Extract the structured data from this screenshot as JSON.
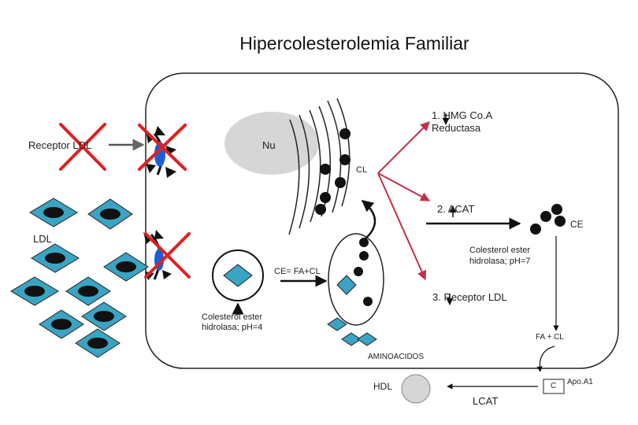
{
  "title": "Hipercolesterolemia Familiar",
  "labels": {
    "receptor_ldl": "Receptor LDL",
    "nucleus": "Nu",
    "hmg_coa": "1.   HMG Co.A",
    "reductasa": "Reductasa",
    "cl": "CL",
    "acat": "2.   ACAT",
    "ce": "CE",
    "ldl": "LDL",
    "ce_hydrolase_1": "Colesterol ester",
    "ce_hydrolase_2": "hidrolasa; pH=7",
    "ce_fa_cl": "CE= FA+CL",
    "receptor_ldl_3": "3.   Receptor LDL",
    "lyso_hydrolase_1": "Colesterol ester",
    "lyso_hydrolase_2": "hidrolasa; pH=4",
    "fa_cl": "FA + CL",
    "aminoacidos": "AMINOACIDOS",
    "hdl": "HDL",
    "c": "C",
    "apoa1": "Apo.A1",
    "lcat": "LCAT"
  },
  "colors": {
    "accent_red": "#e02020",
    "arrow_red": "#c0304a",
    "teal": "#3aa4c4",
    "nucleus_gray": "#d6d6d6",
    "receptor_blue": "#1a5fd6",
    "black": "#111111"
  }
}
